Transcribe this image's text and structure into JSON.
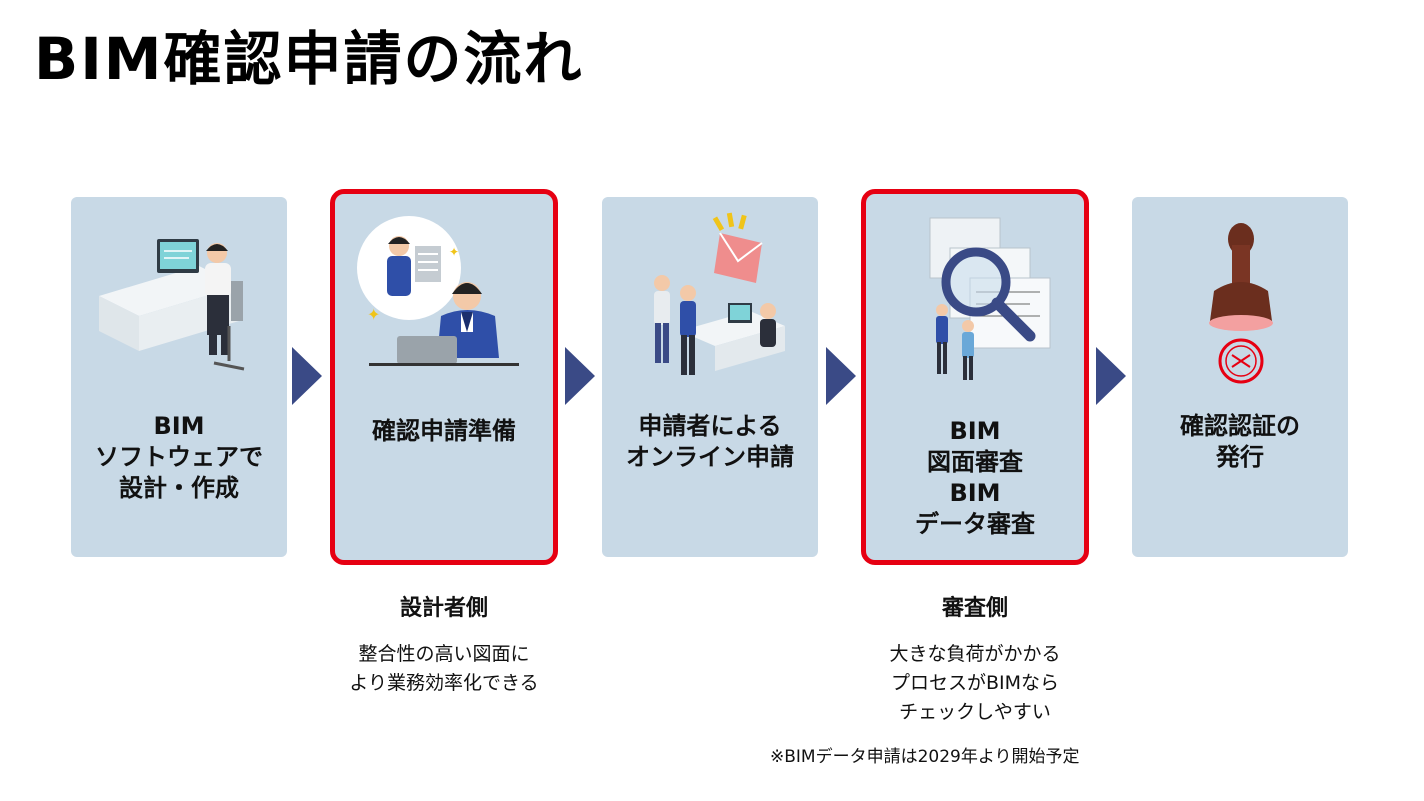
{
  "title": "BIM確認申請の流れ",
  "steps": [
    {
      "lines": [
        "BIM",
        "ソフトウェアで",
        "設計・作成"
      ],
      "highlighted": false,
      "illustration": "designer-at-desk"
    },
    {
      "lines": [
        "確認申請準備"
      ],
      "highlighted": true,
      "illustration": "application-preparation"
    },
    {
      "lines": [
        "申請者による",
        "オンライン申請"
      ],
      "highlighted": false,
      "illustration": "online-submission"
    },
    {
      "lines": [
        "BIM",
        "図面審査",
        "BIM",
        "データ審査"
      ],
      "highlighted": true,
      "illustration": "magnifier-review"
    },
    {
      "lines": [
        "確認認証の",
        "発行"
      ],
      "highlighted": false,
      "illustration": "approval-stamp"
    }
  ],
  "sides": [
    {
      "title": "設計者側",
      "desc": [
        "整合性の高い図面に",
        "より業務効率化できる"
      ]
    },
    {
      "title": "審査側",
      "desc": [
        "大きな負荷がかかる",
        "プロセスがBIMなら",
        "チェックしやすい"
      ]
    }
  ],
  "note": "※BIMデータ申請は2029年より開始予定",
  "colors": {
    "panel": "#c8d9e6",
    "highlight": "#e60012",
    "arrow": "#3a4a86"
  }
}
